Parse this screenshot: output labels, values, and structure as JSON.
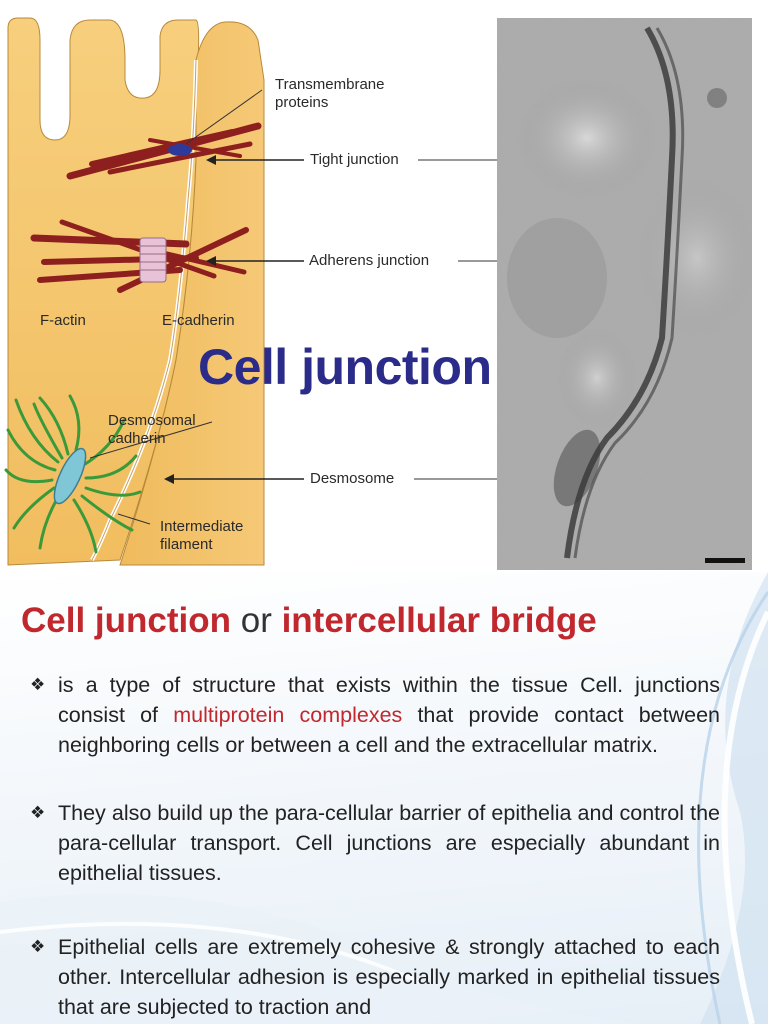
{
  "figure": {
    "labels": {
      "transmembrane_proteins": [
        "Transmembrane",
        "proteins"
      ],
      "tight_junction": "Tight junction",
      "adherens_junction": "Adherens junction",
      "f_actin": "F-actin",
      "e_cadherin": "E-cadherin",
      "desmosomal_cadherin": [
        "Desmosomal",
        "cadherin"
      ],
      "desmosome": "Desmosome",
      "intermediate_filament": [
        "Intermediate",
        "filament"
      ]
    },
    "overlay_title": "Cell junction"
  },
  "heading": {
    "part1": "Cell junction",
    "part2": " or ",
    "part3": "intercellular bridge"
  },
  "bullets": [
    {
      "marker": "❖",
      "before": "is a type of structure that exists within the tissue Cell. junctions consist of ",
      "highlight": "multiprotein complexes",
      "after": " that provide contact between neighboring cells or between a cell and the extracellular matrix."
    },
    {
      "marker": "❖",
      "text": "They also build up the para-cellular barrier of epithelia and control the para-cellular transport. Cell junctions are especially abundant in epithelial tissues."
    },
    {
      "marker": "❖",
      "text": "Epithelial cells are extremely cohesive & strongly attached to each other. Intercellular adhesion is especially marked in epithelial tissues that are subjected to traction and"
    }
  ],
  "colors": {
    "title_blue": "#2b2b8a",
    "heading_red": "#c0282e",
    "cell_tan": "#f4c56e",
    "actin_red": "#8e1f1f",
    "filament_green": "#3a9a3a"
  }
}
